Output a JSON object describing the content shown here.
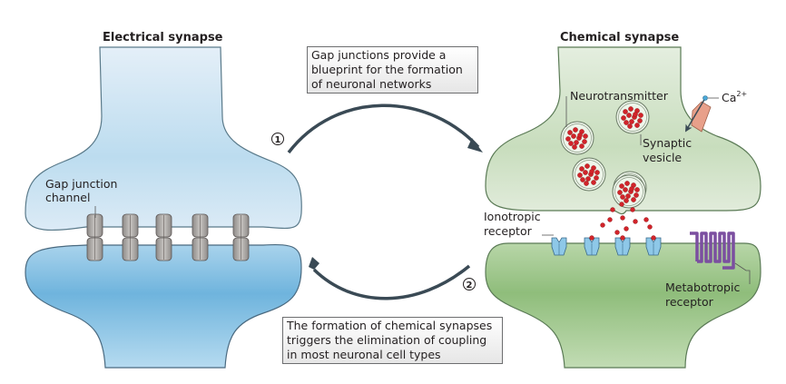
{
  "diagram": {
    "electrical": {
      "title": "Electrical synapse",
      "gap_junction_label": "Gap junction\nchannel",
      "gap_junction_label_line1": "Gap junction",
      "gap_junction_label_line2": "channel",
      "channel_count": 5
    },
    "chemical": {
      "title": "Chemical synapse",
      "neurotransmitter_label": "Neurotransmitter",
      "synaptic_vesicle_line1": "Synaptic",
      "synaptic_vesicle_line2": "vesicle",
      "calcium_label": "Ca",
      "calcium_charge": "2+",
      "ionotropic_line1": "Ionotropic",
      "ionotropic_line2": "receptor",
      "metabotropic_line1": "Metabotropic",
      "metabotropic_line2": "receptor",
      "vesicle_count": 5,
      "ionotropic_receptor_count": 4
    },
    "transitions": [
      {
        "number": "1",
        "text": "Gap junctions provide a\nblueprint for the formation\nof neuronal networks"
      },
      {
        "number": "2",
        "text": "The formation of chemical synapses\ntriggers the elimination of coupling\nin most neuronal cell types"
      }
    ],
    "colors": {
      "electrical_pre": "#cfe4f2",
      "electrical_post": "#7fbde0",
      "chemical_pre": "#d8e8d0",
      "chemical_post": "#9cc48a",
      "neurotransmitter": "#d2232a",
      "ionotropic": "#8ec8e8",
      "metabotropic": "#7b4fa0",
      "calcium_channel": "#e8a08a",
      "arrow": "#3a4a55"
    }
  }
}
